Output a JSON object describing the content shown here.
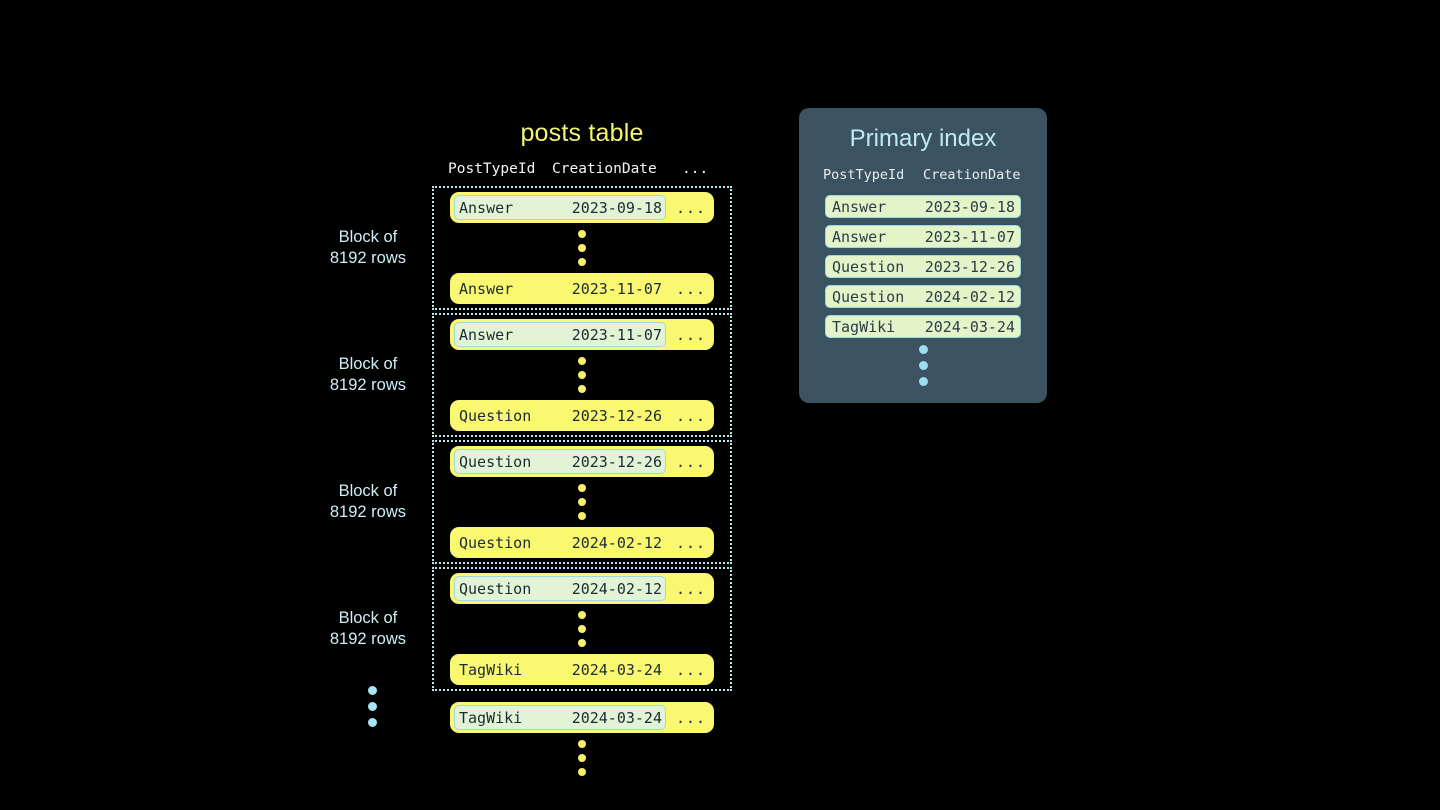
{
  "background_color": "#000000",
  "accent_yellow": "#faf870",
  "accent_cyan": "#b9e7f0",
  "highlight_green": "#e3f4d6",
  "panel_slate": "#3b5260",
  "posts_table": {
    "title": "posts table",
    "columns": {
      "post_type_id": "PostTypeId",
      "creation_date": "CreationDate",
      "more": "..."
    },
    "row_ellipsis": "...",
    "block_label": "Block of\n8192 rows",
    "block_label_line1": "Block of",
    "block_label_line2": "8192 rows",
    "blocks": [
      {
        "label_line1": "Block of",
        "label_line2": "8192 rows",
        "first_row": {
          "post_type_id": "Answer",
          "creation_date": "2023-09-18",
          "more": "...",
          "highlighted": true
        },
        "last_row": {
          "post_type_id": "Answer",
          "creation_date": "2023-11-07",
          "more": "...",
          "highlighted": false
        }
      },
      {
        "label_line1": "Block of",
        "label_line2": "8192 rows",
        "first_row": {
          "post_type_id": "Answer",
          "creation_date": "2023-11-07",
          "more": "...",
          "highlighted": true
        },
        "last_row": {
          "post_type_id": "Question",
          "creation_date": "2023-12-26",
          "more": "...",
          "highlighted": false
        }
      },
      {
        "label_line1": "Block of",
        "label_line2": "8192 rows",
        "first_row": {
          "post_type_id": "Question",
          "creation_date": "2023-12-26",
          "more": "...",
          "highlighted": true
        },
        "last_row": {
          "post_type_id": "Question",
          "creation_date": "2024-02-12",
          "more": "...",
          "highlighted": false
        }
      },
      {
        "label_line1": "Block of",
        "label_line2": "8192 rows",
        "first_row": {
          "post_type_id": "Question",
          "creation_date": "2024-02-12",
          "more": "...",
          "highlighted": true
        },
        "last_row": {
          "post_type_id": "TagWiki",
          "creation_date": "2024-03-24",
          "more": "...",
          "highlighted": false
        }
      }
    ],
    "trailing_row": {
      "post_type_id": "TagWiki",
      "creation_date": "2024-03-24",
      "more": "...",
      "highlighted": true
    }
  },
  "primary_index": {
    "title": "Primary index",
    "columns": {
      "post_type_id": "PostTypeId",
      "creation_date": "CreationDate"
    },
    "entries": [
      {
        "post_type_id": "Answer",
        "creation_date": "2023-09-18"
      },
      {
        "post_type_id": "Answer",
        "creation_date": "2023-11-07"
      },
      {
        "post_type_id": "Question",
        "creation_date": "2023-12-26"
      },
      {
        "post_type_id": "Question",
        "creation_date": "2024-02-12"
      },
      {
        "post_type_id": "TagWiki",
        "creation_date": "2024-03-24"
      }
    ]
  }
}
